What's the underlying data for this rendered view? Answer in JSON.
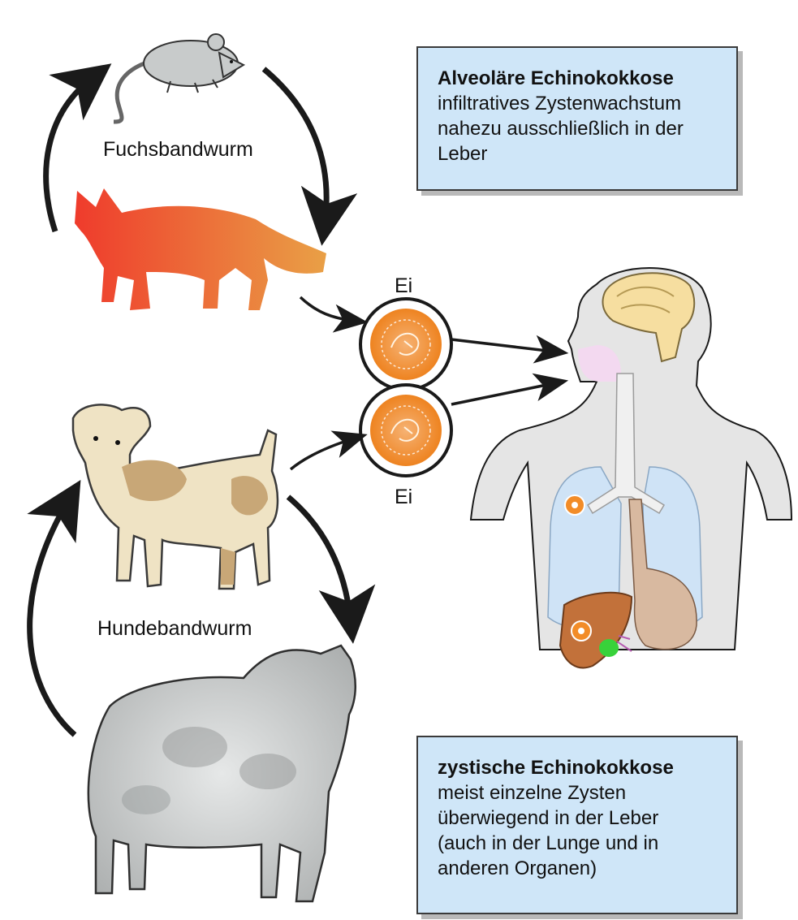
{
  "labels": {
    "fox_cycle": "Fuchsbandwurm",
    "dog_cycle": "Hundebandwurm",
    "egg_top": "Ei",
    "egg_bottom": "Ei"
  },
  "box_alveolar": {
    "title": "Alveoläre Echinokokkose",
    "lines": [
      "infiltratives Zystenwachstum",
      "nahezu ausschließlich in der",
      "Leber"
    ]
  },
  "box_cystic": {
    "title": "zystische Echinokokkose",
    "lines": [
      "meist einzelne Zysten",
      "überwiegend in der Leber",
      "(auch in der Lunge und in",
      "anderen Organen)"
    ]
  },
  "colors": {
    "fox_gradient": [
      "#ef3b2c",
      "#e9a046"
    ],
    "egg_orange": "#f28c28",
    "box_fill": "#cfe6f8",
    "lung_blue": "#cfe3f6",
    "brain_yellow": "#f6dea0",
    "liver_brown": "#c2713a",
    "gallbladder_green": "#38d23a",
    "trachea_pink": "#f3d9f0",
    "arrow": "#1a1a1a"
  }
}
